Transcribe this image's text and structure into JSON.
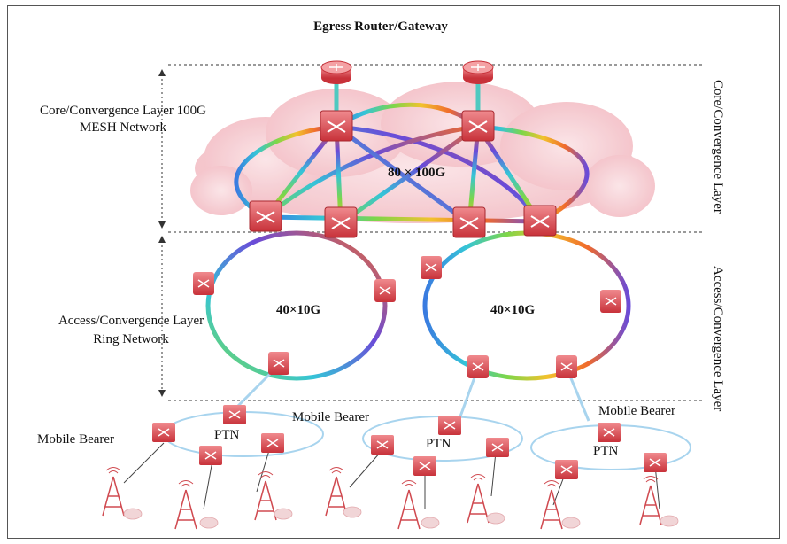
{
  "title": "Egress Router/Gateway",
  "core": {
    "label_line1": "Core/Convergence Layer 100G",
    "label_line2": "MESH Network",
    "capacity": "80 × 100G",
    "side_label": "Core/Convergence Layer"
  },
  "access": {
    "label_line1": "Access/Convergence Layer",
    "label_line2": "Ring Network",
    "ring_left_capacity": "40×10G",
    "ring_right_capacity": "40×10G",
    "side_label": "Access/Convergence Layer"
  },
  "edge": {
    "bearer_left": "Mobile Bearer",
    "bearer_middle": "Mobile Bearer",
    "bearer_right": "Mobile Bearer",
    "ptn_left": "PTN",
    "ptn_middle": "PTN",
    "ptn_right": "PTN"
  },
  "colors": {
    "device": "#d9474e",
    "cloud": "#f6c9cf",
    "divider": "#9a9a9a",
    "ellipse": "#a8d4ee"
  },
  "icons": [
    "router-icon",
    "switch-icon",
    "base-station-icon",
    "cloud-icon"
  ]
}
